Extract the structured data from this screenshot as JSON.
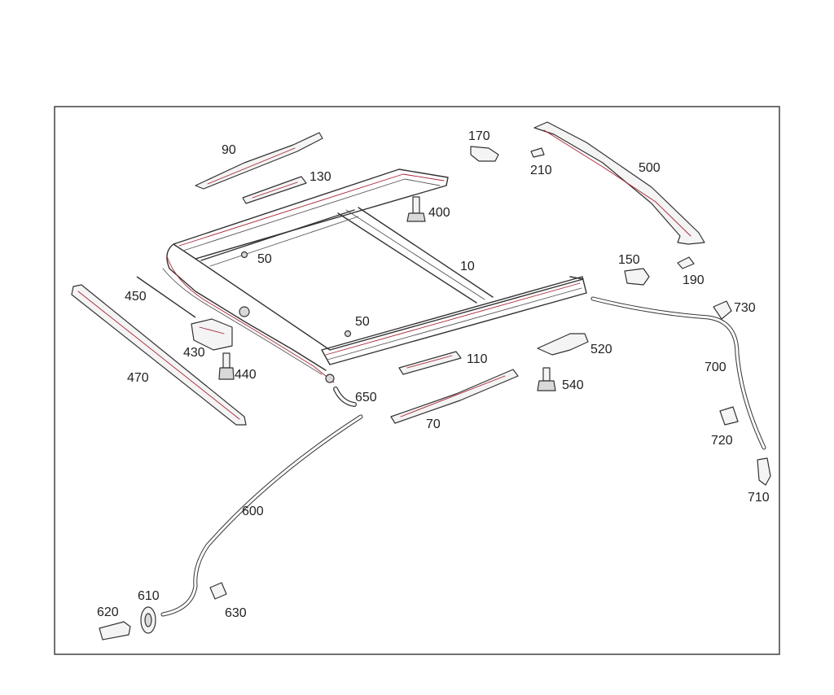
{
  "diagram": {
    "labels": {
      "p10": "10",
      "p50a": "50",
      "p50b": "50",
      "p70": "70",
      "p90": "90",
      "p110": "110",
      "p130": "130",
      "p150": "150",
      "p170": "170",
      "p190": "190",
      "p210": "210",
      "p400": "400",
      "p430": "430",
      "p440": "440",
      "p450": "450",
      "p470": "470",
      "p500": "500",
      "p520": "520",
      "p540": "540",
      "p600": "600",
      "p610": "610",
      "p620": "620",
      "p630": "630",
      "p650": "650",
      "p700": "700",
      "p710": "710",
      "p720": "720",
      "p730": "730"
    }
  }
}
